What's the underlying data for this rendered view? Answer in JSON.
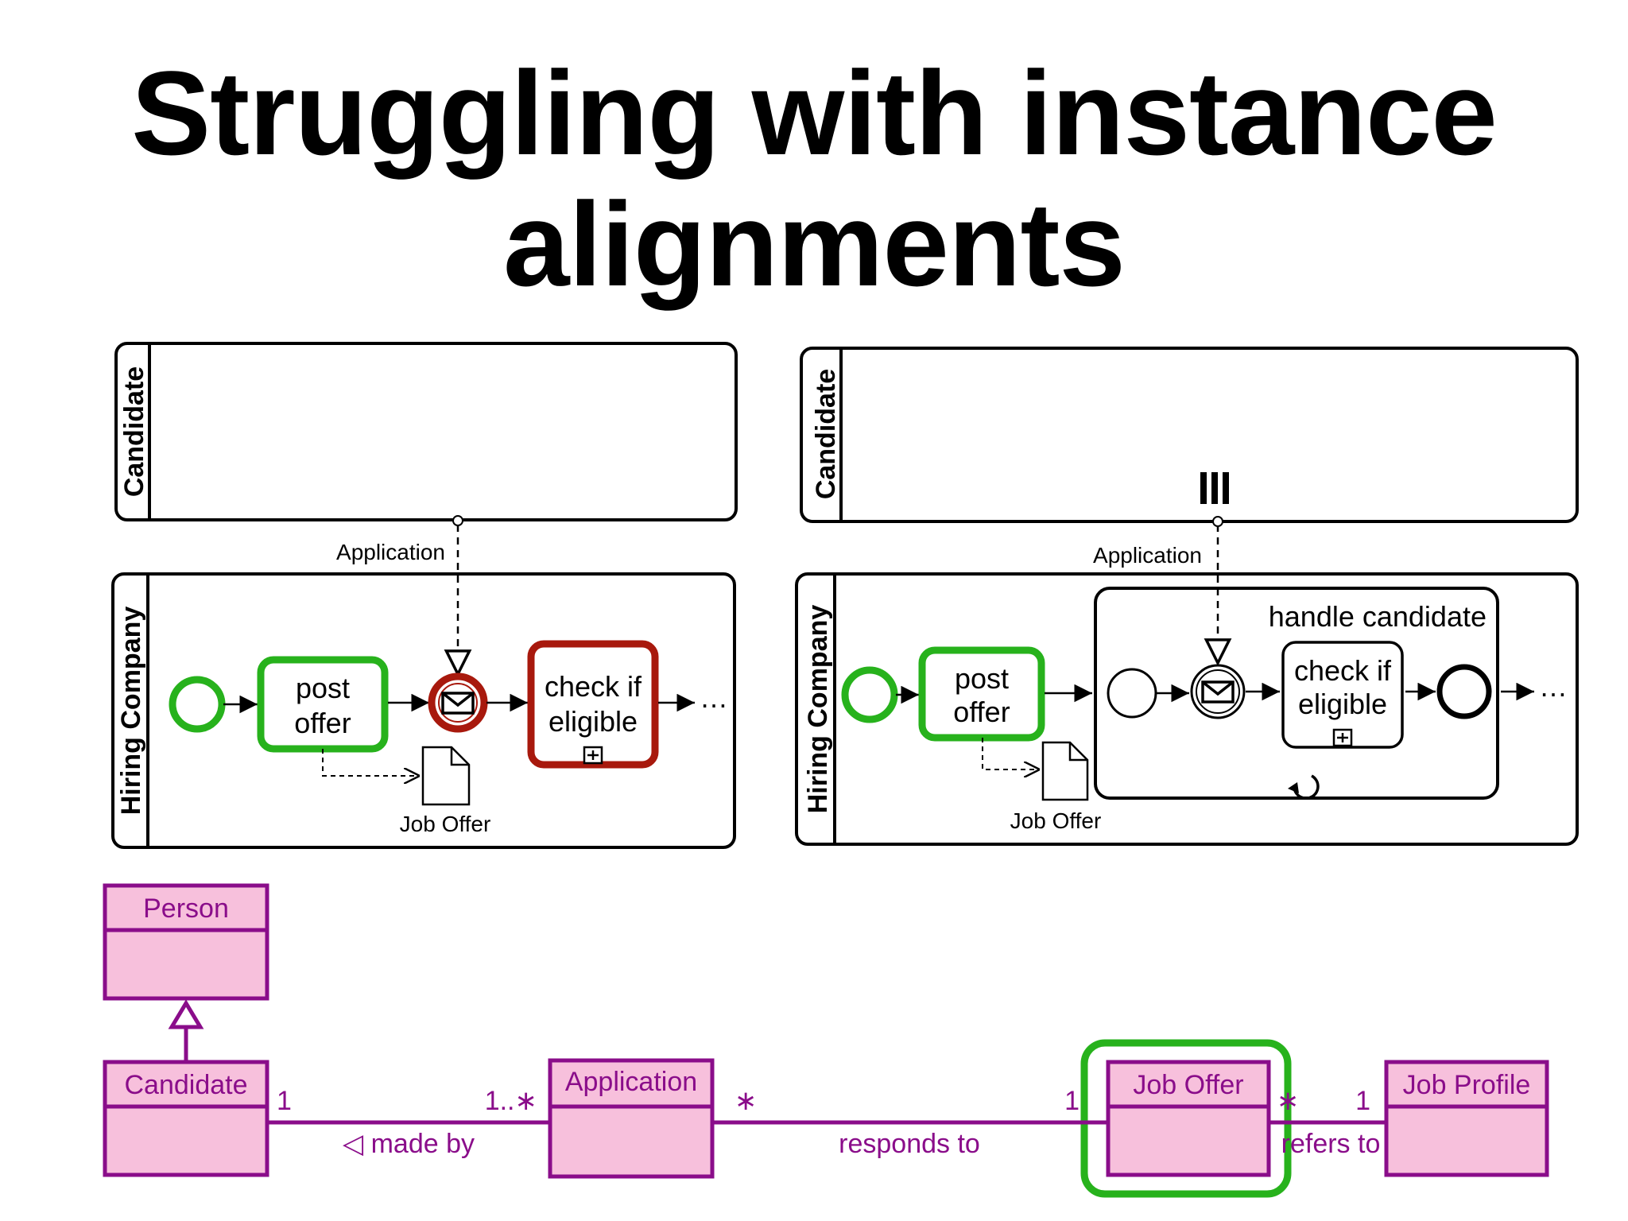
{
  "title": {
    "line1": "Struggling with instance",
    "line2": "alignments"
  },
  "left_diagram": {
    "pool_top": "Candidate",
    "pool_bottom": "Hiring Company",
    "message_flow": "Application",
    "task_post": [
      "post",
      "offer"
    ],
    "task_check": [
      "check if",
      "eligible"
    ],
    "data_object": "Job Offer",
    "continuation": "…"
  },
  "right_diagram": {
    "pool_top": "Candidate",
    "pool_bottom": "Hiring Company",
    "message_flow": "Application",
    "subprocess": "handle candidate",
    "task_post": [
      "post",
      "offer"
    ],
    "task_check": [
      "check if",
      "eligible"
    ],
    "data_object": "Job Offer",
    "continuation": "…"
  },
  "uml": {
    "classes": {
      "person": "Person",
      "candidate": "Candidate",
      "application": "Application",
      "job_offer": "Job Offer",
      "job_profile": "Job Profile"
    },
    "associations": {
      "made_by": {
        "label": "◁ made by",
        "left_mult": "1",
        "right_mult": "1..∗"
      },
      "responds_to": {
        "label": "responds to",
        "left_mult": "∗",
        "right_mult": "1"
      },
      "refers_to": {
        "label": "refers to",
        "left_mult": "∗",
        "right_mult": "1"
      }
    }
  },
  "colors": {
    "highlight_green": "#27b21c",
    "highlight_red": "#a8190d",
    "uml_stroke": "#8a0d8a",
    "uml_fill": "#f7c0dc"
  }
}
